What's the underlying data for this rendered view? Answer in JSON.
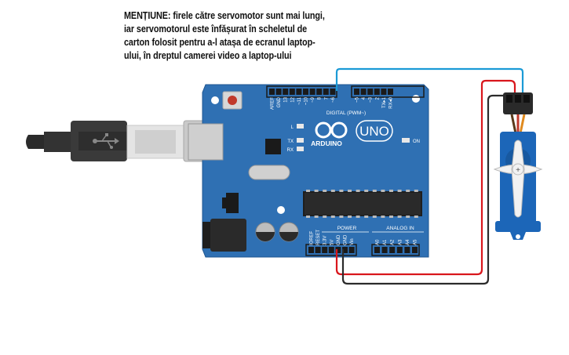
{
  "note": {
    "lines": [
      "MENȚIUNE: firele către servomotor sunt mai lungi,",
      "iar servomotorul este înfășurat în scheletul de",
      "carton folosit pentru a-l atașa de ecranul laptop-",
      "ului, în dreptul camerei video a laptop-ului"
    ]
  },
  "board": {
    "brand": "ARDUINO",
    "model": "UNO",
    "digital_label": "DIGITAL (PWM~)",
    "power_label": "POWER",
    "analog_label": "ANALOG IN",
    "top_pins": [
      "AREF",
      "GND",
      "13",
      "12",
      "~11",
      "~10",
      "~9",
      "8",
      "7",
      "~6",
      "~5",
      "4",
      "~3",
      "2",
      "TX▸1",
      "RX◂0"
    ],
    "power_pins": [
      "IOREF",
      "RESET",
      "3.3V",
      "5V",
      "GND",
      "GND",
      "Vin"
    ],
    "analog_pins": [
      "A0",
      "A1",
      "A2",
      "A3",
      "A4",
      "A5"
    ],
    "led_labels": [
      "L",
      "TX",
      "RX"
    ],
    "on_label": "ON"
  },
  "wires": {
    "signal_color": "#1a9ad6",
    "power_color": "#d9161c",
    "ground_color": "#2b2b2b"
  },
  "colors": {
    "board": "#2f70b3",
    "board_dark": "#1f5690",
    "servo": "#1c66b8"
  }
}
